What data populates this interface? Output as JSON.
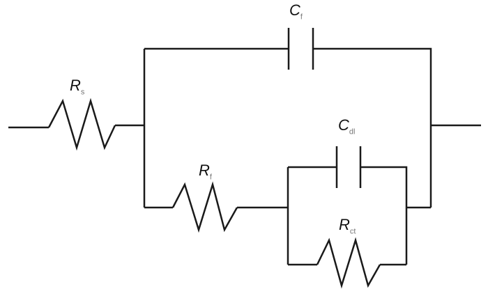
{
  "components": {
    "rs": {
      "symbol": "R",
      "subscript": "s"
    },
    "cf": {
      "symbol": "C",
      "subscript": "f"
    },
    "rf": {
      "symbol": "R",
      "subscript": "f"
    },
    "cdl": {
      "symbol": "C",
      "subscript": "dl"
    },
    "rct": {
      "symbol": "R",
      "subscript": "ct"
    }
  },
  "colors": {
    "wire": "#1a1a1a"
  }
}
